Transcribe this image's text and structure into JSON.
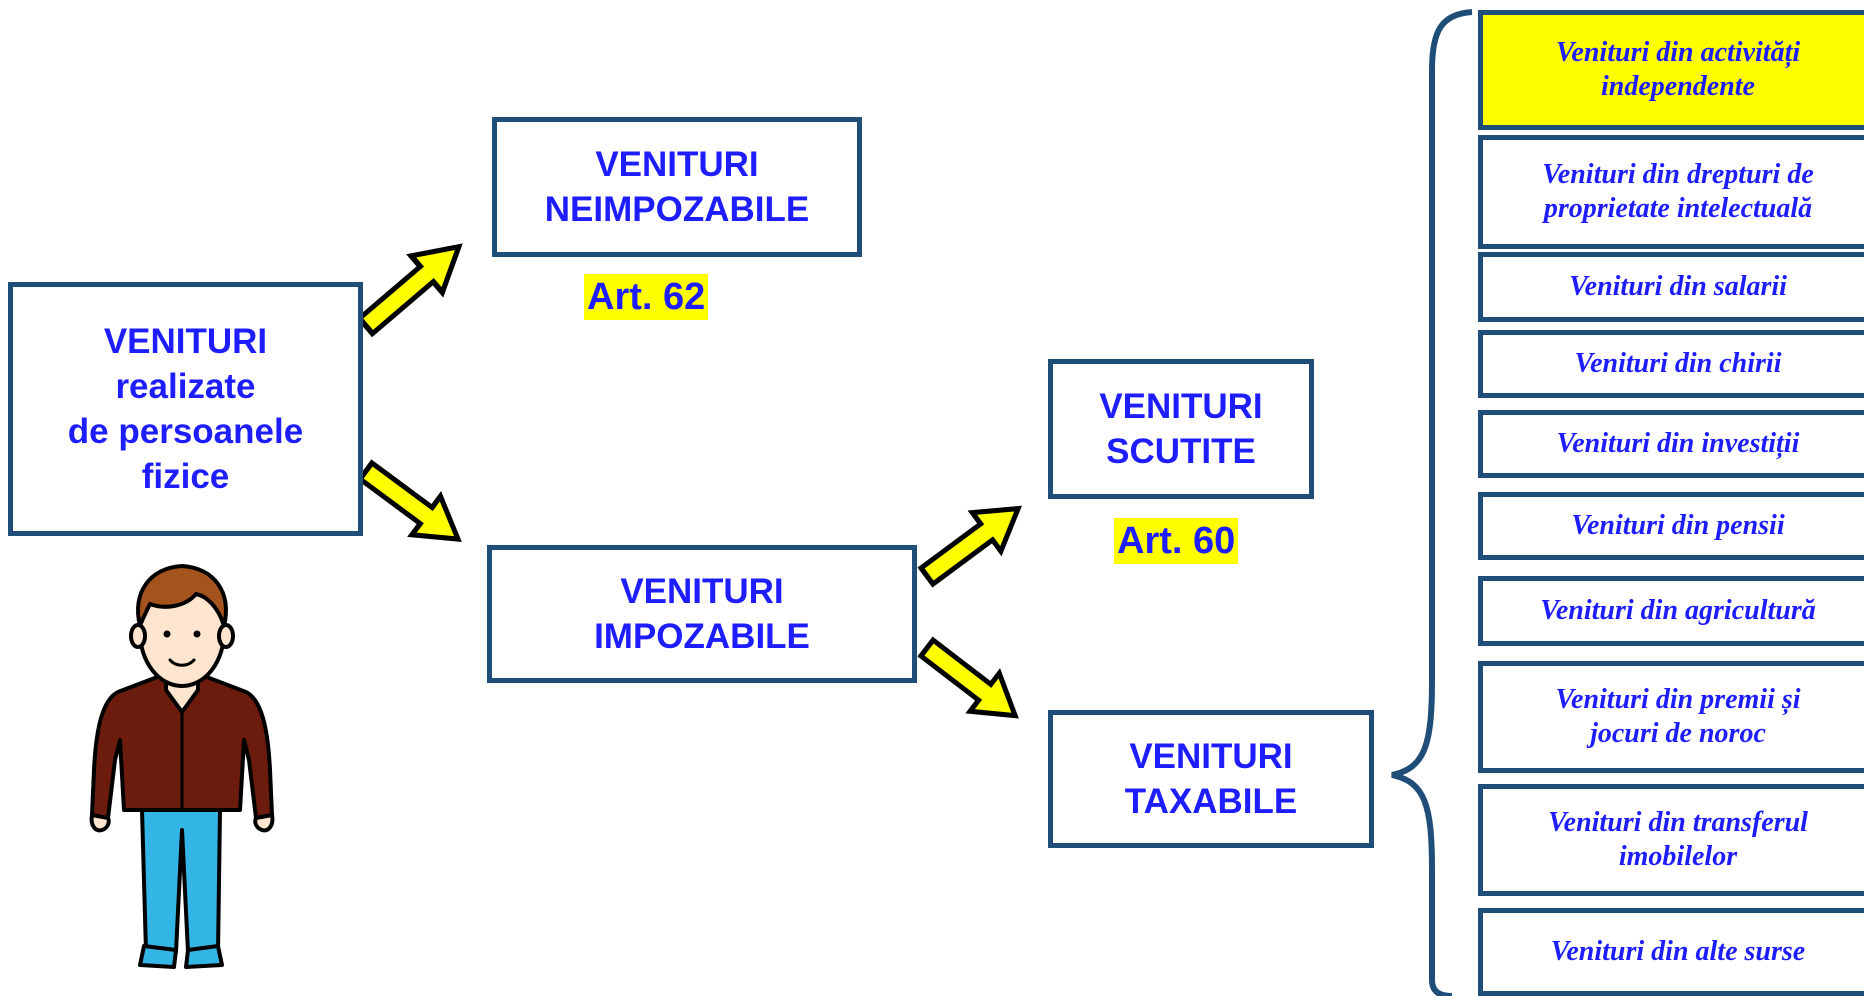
{
  "boxes": {
    "main": "VENITURI\nrealizate\nde persoanele\nfizice",
    "neimpozabile": "VENITURI\nNEIMPOZABILE",
    "impozabile": "VENITURI\nIMPOZABILE",
    "scutite": "VENITURI\nSCUTITE",
    "taxabile": "VENITURI\nTAXABILE"
  },
  "articles": {
    "neimpozabile": "Art. 62",
    "scutite": "Art. 60"
  },
  "categories": [
    {
      "label": "Venituri din activități\nindependente",
      "highlighted": true
    },
    {
      "label": "Venituri din drepturi de\nproprietate intelectuală",
      "highlighted": false
    },
    {
      "label": "Venituri din salarii",
      "highlighted": false
    },
    {
      "label": "Venituri din chirii",
      "highlighted": false
    },
    {
      "label": "Venituri din investiții",
      "highlighted": false
    },
    {
      "label": "Venituri din pensii",
      "highlighted": false
    },
    {
      "label": "Venituri din agricultură",
      "highlighted": false
    },
    {
      "label": "Venituri din premii și\njocuri de noroc",
      "highlighted": false
    },
    {
      "label": "Venituri din transferul\nimobilelor",
      "highlighted": false
    },
    {
      "label": "Venituri din alte surse",
      "highlighted": false
    }
  ],
  "colors": {
    "text": "#1d1dff",
    "border": "#1f4e79",
    "highlight": "#ffff00",
    "arrow_fill": "#ffff00"
  },
  "icons": {
    "person": "person-icon",
    "arrow": "arrow-icon",
    "brace": "curly-brace-icon"
  }
}
